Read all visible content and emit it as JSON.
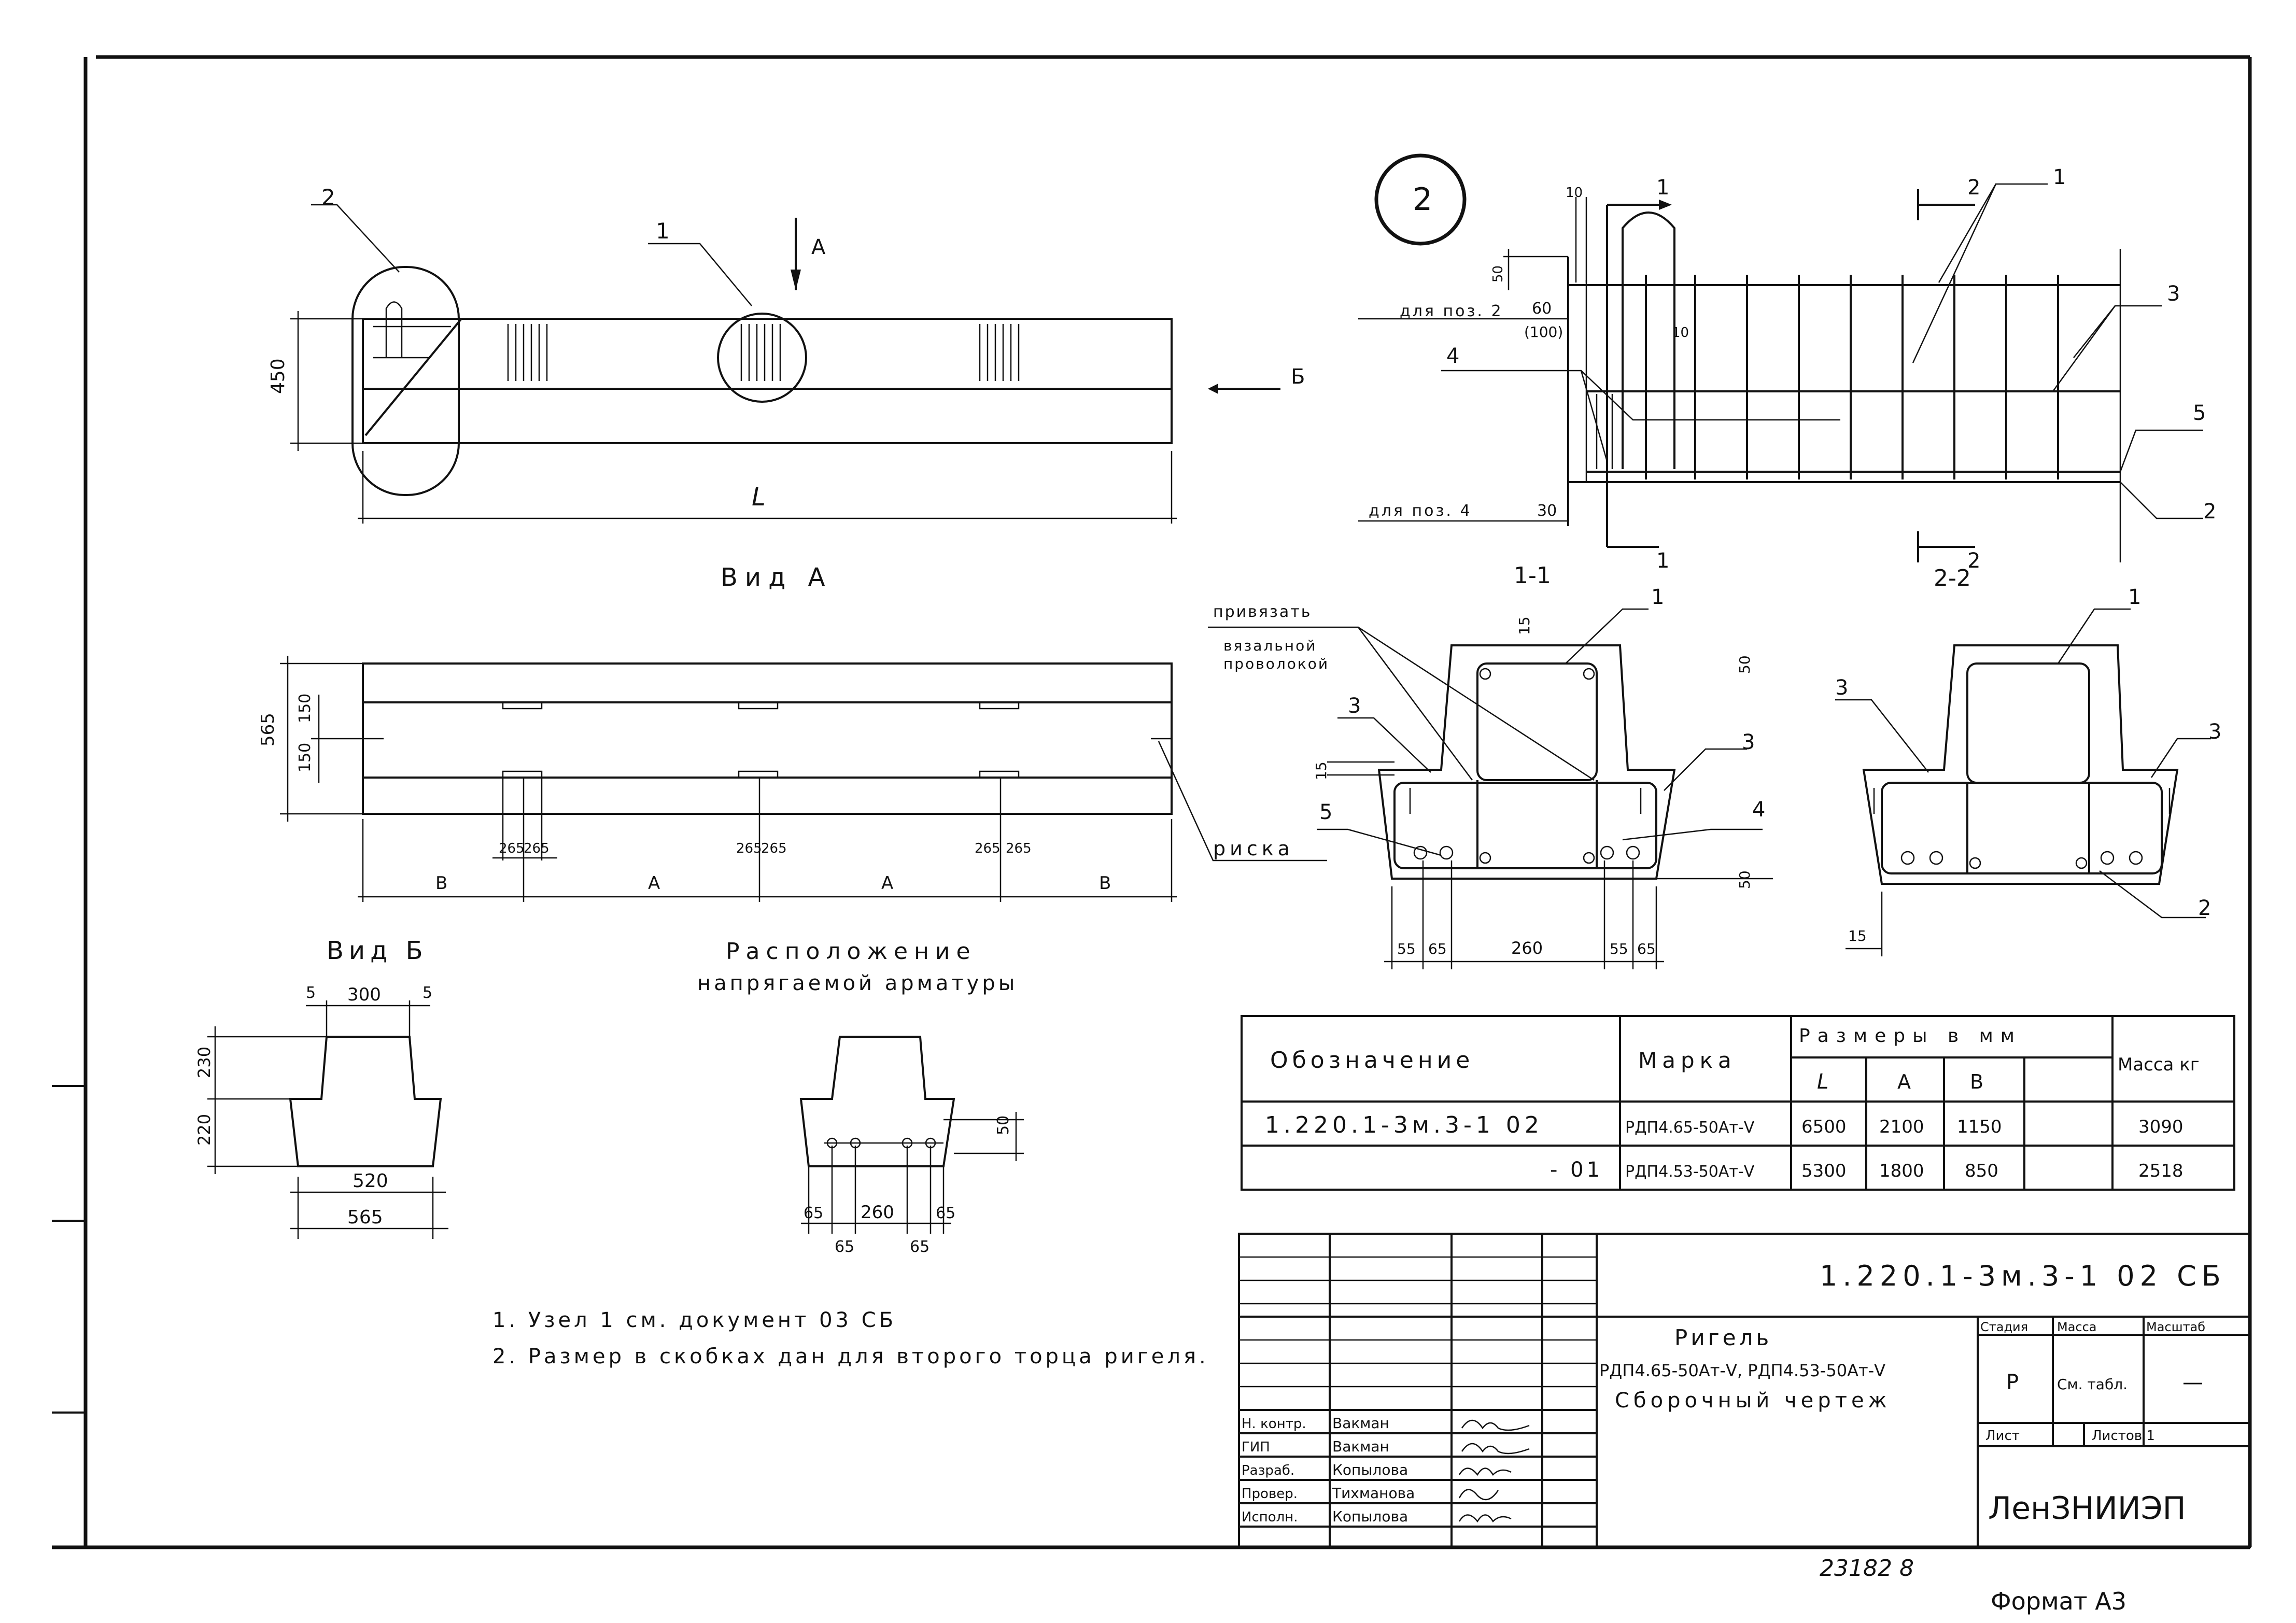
{
  "views": {
    "view_a_title": "Вид А",
    "view_b_title": "Вид Б",
    "section_1_title": "1-1",
    "section_2_title": "2-2",
    "arrangement_title_1": "Расположение",
    "arrangement_title_2": "напрягаемой арматуры",
    "node_label": "2"
  },
  "labels": {
    "tie_note_1": "привязать",
    "tie_note_2": "вязальной",
    "tie_note_3": "проволокой",
    "mark_note": "риска",
    "for_pos2": "для поз. 2",
    "for_pos4": "для поз. 4",
    "arrow_a": "А",
    "arrow_b": "Б",
    "length_l": "L",
    "dim_a": "А",
    "dim_b": "В"
  },
  "dimensions": {
    "elev_height": "450",
    "va_total": "565",
    "va_150a": "150",
    "va_150b": "150",
    "va_265": "265",
    "vb_300": "300",
    "vb_5": "5",
    "vb_230": "230",
    "vb_220": "220",
    "vb_520": "520",
    "vb_565": "565",
    "arr_50": "50",
    "arr_65": "65",
    "arr_260": "260",
    "n2_10": "10",
    "n2_50": "50",
    "n2_60": "60",
    "n2_100": "(100)",
    "n2_30": "30",
    "s_15": "15",
    "s_50": "50",
    "s_55": "55",
    "s_65": "65",
    "s_260": "260"
  },
  "positions": [
    "1",
    "2",
    "3",
    "4",
    "5"
  ],
  "notes": [
    "1. Узел 1 см. документ 03 СБ",
    "2. Размер в скобках дан для второго торца ригеля."
  ],
  "spec_table": {
    "header_designation": "Обозначение",
    "header_mark": "Марка",
    "header_sizes": "Размеры в мм",
    "header_mass": "Масса кг",
    "sub_headers": [
      "L",
      "А",
      "В",
      ""
    ],
    "rows": [
      {
        "designation": "1.220.1-3м.3-1 02",
        "mark": "РДП4.65-50Ат-V",
        "L": "6500",
        "A": "2100",
        "B": "1150",
        "extra": "",
        "mass": "3090"
      },
      {
        "designation": "- 01",
        "mark": "РДП4.53-50Ат-V",
        "L": "5300",
        "A": "1800",
        "B": "850",
        "extra": "",
        "mass": "2518"
      }
    ]
  },
  "title_block": {
    "document_code": "1.220.1-3м.3-1 02 СБ",
    "title_1": "Ригель",
    "title_2": "РДП4.65-50Ат-V, РДП4.53-50Ат-V",
    "title_3": "Сборочный чертеж",
    "stage_label": "Стадия",
    "mass_label": "Масса",
    "scale_label": "Масштаб",
    "stage_value": "Р",
    "mass_value": "См. табл.",
    "scale_value": "—",
    "sheet_label": "Лист",
    "sheets_label": "Листов 1",
    "organization": "ЛенЗНИИЭП",
    "roles": [
      {
        "role": "Н. контр.",
        "name": "Вакман"
      },
      {
        "role": "ГИП",
        "name": "Вакман"
      },
      {
        "role": "Разраб.",
        "name": "Копылова"
      },
      {
        "role": "Провер.",
        "name": "Тихманова"
      },
      {
        "role": "Исполн.",
        "name": "Копылова"
      }
    ]
  },
  "footer": {
    "inventory": "23182 8",
    "format": "Формат А3"
  }
}
